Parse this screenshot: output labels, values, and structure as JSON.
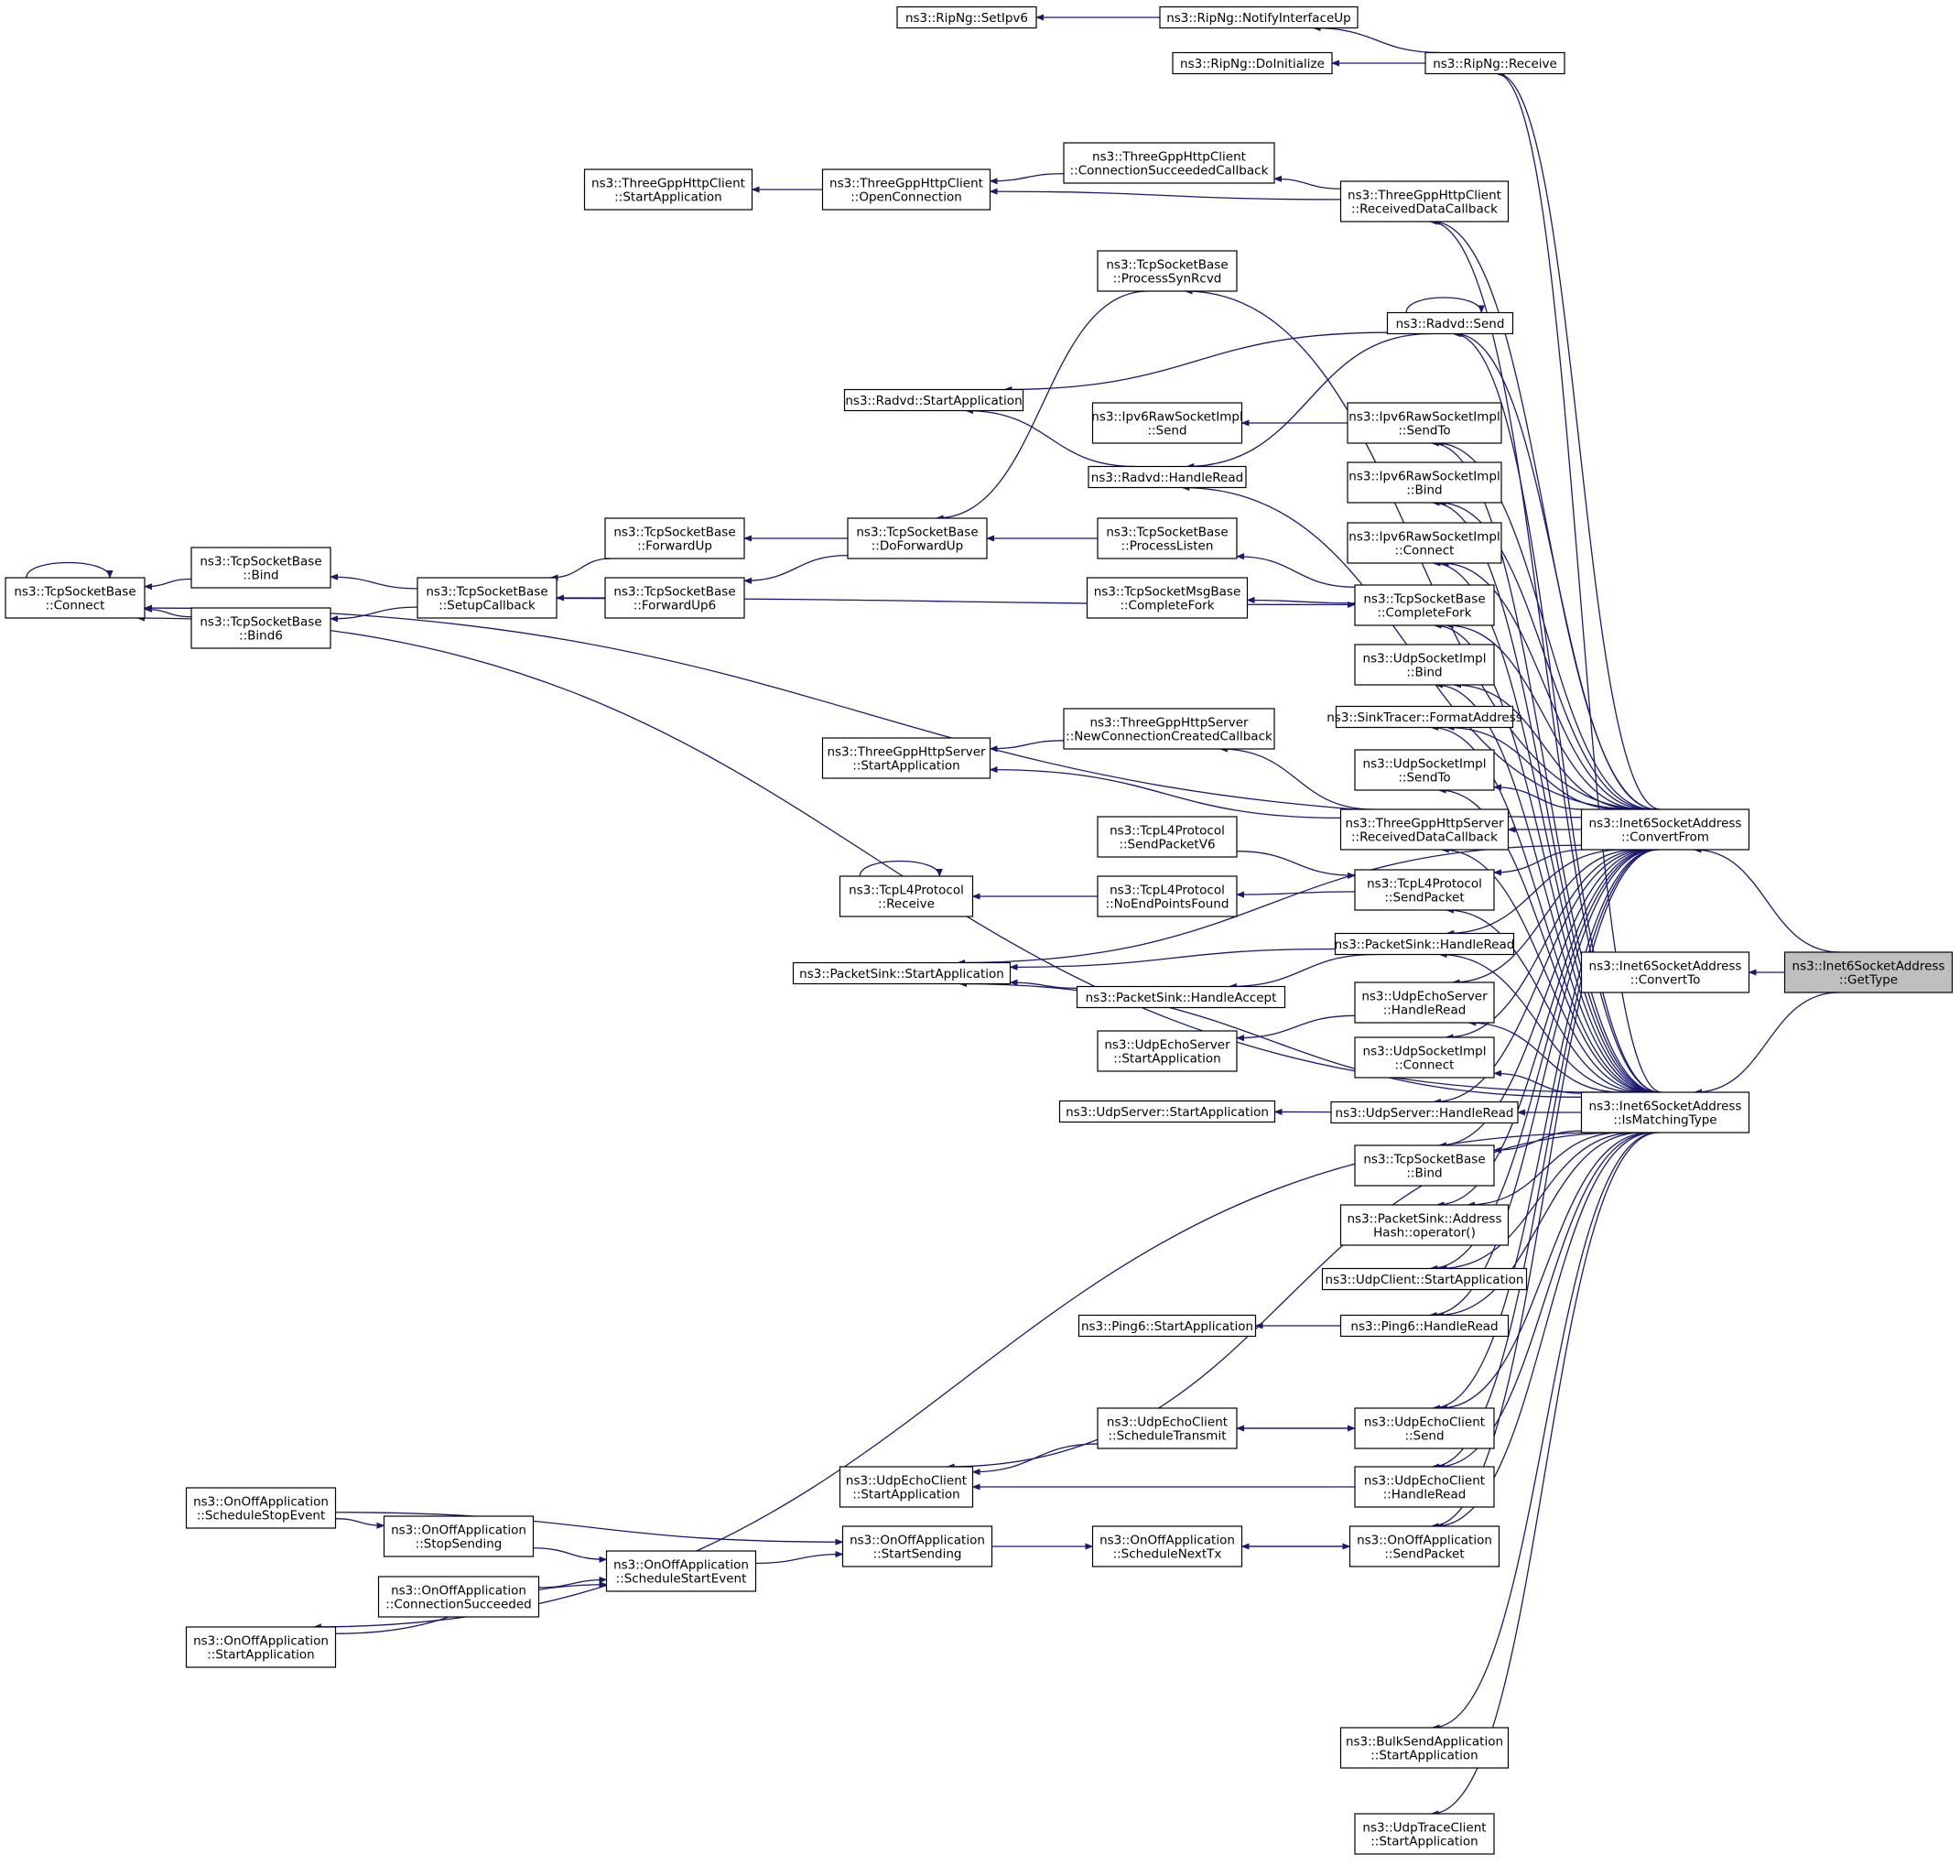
{
  "nodes": [
    {
      "id": "target",
      "lines": [
        "ns3::Inet6SocketAddress",
        "::GetType"
      ],
      "target": true
    },
    {
      "id": "convertFrom",
      "lines": [
        "ns3::Inet6SocketAddress",
        "::ConvertFrom"
      ]
    },
    {
      "id": "convertTo",
      "lines": [
        "ns3::Inet6SocketAddress",
        "::ConvertTo"
      ]
    },
    {
      "id": "isMatching",
      "lines": [
        "ns3::Inet6SocketAddress",
        "::IsMatchingType"
      ]
    },
    {
      "id": "ripSetIpv6",
      "lines": [
        "ns3::RipNg::SetIpv6"
      ]
    },
    {
      "id": "ripNotify",
      "lines": [
        "ns3::RipNg::NotifyInterfaceUp"
      ]
    },
    {
      "id": "ripInit",
      "lines": [
        "ns3::RipNg::DoInitialize"
      ]
    },
    {
      "id": "ripReceive",
      "lines": [
        "ns3::RipNg::Receive"
      ]
    },
    {
      "id": "httpcStart",
      "lines": [
        "ns3::ThreeGppHttpClient",
        "::StartApplication"
      ]
    },
    {
      "id": "httpcOpen",
      "lines": [
        "ns3::ThreeGppHttpClient",
        "::OpenConnection"
      ]
    },
    {
      "id": "httpcConnOk",
      "lines": [
        "ns3::ThreeGppHttpClient",
        "::ConnectionSucceededCallback"
      ]
    },
    {
      "id": "httpcRecv",
      "lines": [
        "ns3::ThreeGppHttpClient",
        "::ReceivedDataCallback"
      ]
    },
    {
      "id": "tcpSynRcvd",
      "lines": [
        "ns3::TcpSocketBase",
        "::ProcessSynRcvd"
      ]
    },
    {
      "id": "radvdSend",
      "lines": [
        "ns3::Radvd::Send"
      ]
    },
    {
      "id": "radvdStart",
      "lines": [
        "ns3::Radvd::StartApplication"
      ]
    },
    {
      "id": "radvdRead",
      "lines": [
        "ns3::Radvd::HandleRead"
      ]
    },
    {
      "id": "ip6rawSend",
      "lines": [
        "ns3::Ipv6RawSocketImpl",
        "::Send"
      ]
    },
    {
      "id": "ip6rawSendTo",
      "lines": [
        "ns3::Ipv6RawSocketImpl",
        "::SendTo"
      ]
    },
    {
      "id": "ip6rawBind",
      "lines": [
        "ns3::Ipv6RawSocketImpl",
        "::Bind"
      ]
    },
    {
      "id": "ip6rawConnect",
      "lines": [
        "ns3::Ipv6RawSocketImpl",
        "::Connect"
      ]
    },
    {
      "id": "tcpConnect",
      "lines": [
        "ns3::TcpSocketBase",
        "::Connect"
      ]
    },
    {
      "id": "tcpBindL",
      "lines": [
        "ns3::TcpSocketBase",
        "::Bind"
      ]
    },
    {
      "id": "tcpBind6",
      "lines": [
        "ns3::TcpSocketBase",
        "::Bind6"
      ]
    },
    {
      "id": "tcpSetup",
      "lines": [
        "ns3::TcpSocketBase",
        "::SetupCallback"
      ]
    },
    {
      "id": "tcpFwd",
      "lines": [
        "ns3::TcpSocketBase",
        "::ForwardUp"
      ]
    },
    {
      "id": "tcpFwd6",
      "lines": [
        "ns3::TcpSocketBase",
        "::ForwardUp6"
      ]
    },
    {
      "id": "tcpDoFwd",
      "lines": [
        "ns3::TcpSocketBase",
        "::DoForwardUp"
      ]
    },
    {
      "id": "tcpListen",
      "lines": [
        "ns3::TcpSocketBase",
        "::ProcessListen"
      ]
    },
    {
      "id": "tcpMsgFork",
      "lines": [
        "ns3::TcpSocketMsgBase",
        "::CompleteFork"
      ]
    },
    {
      "id": "tcpFork",
      "lines": [
        "ns3::TcpSocketBase",
        "::CompleteFork"
      ]
    },
    {
      "id": "udpBind",
      "lines": [
        "ns3::UdpSocketImpl",
        "::Bind"
      ]
    },
    {
      "id": "sinkTracer",
      "lines": [
        "ns3::SinkTracer::FormatAddress"
      ]
    },
    {
      "id": "udpSendTo",
      "lines": [
        "ns3::UdpSocketImpl",
        "::SendTo"
      ]
    },
    {
      "id": "httpsNewConn",
      "lines": [
        "ns3::ThreeGppHttpServer",
        "::NewConnectionCreatedCallback"
      ]
    },
    {
      "id": "httpsStart",
      "lines": [
        "ns3::ThreeGppHttpServer",
        "::StartApplication"
      ]
    },
    {
      "id": "httpsRecv",
      "lines": [
        "ns3::ThreeGppHttpServer",
        "::ReceivedDataCallback"
      ]
    },
    {
      "id": "l4SendV6",
      "lines": [
        "ns3::TcpL4Protocol",
        "::SendPacketV6"
      ]
    },
    {
      "id": "l4Receive",
      "lines": [
        "ns3::TcpL4Protocol",
        "::Receive"
      ]
    },
    {
      "id": "l4NoEnd",
      "lines": [
        "ns3::TcpL4Protocol",
        "::NoEndPointsFound"
      ]
    },
    {
      "id": "l4Send",
      "lines": [
        "ns3::TcpL4Protocol",
        "::SendPacket"
      ]
    },
    {
      "id": "sinkRead",
      "lines": [
        "ns3::PacketSink::HandleRead"
      ]
    },
    {
      "id": "sinkStart",
      "lines": [
        "ns3::PacketSink::StartApplication"
      ]
    },
    {
      "id": "sinkAccept",
      "lines": [
        "ns3::PacketSink::HandleAccept"
      ]
    },
    {
      "id": "echoSrvRead",
      "lines": [
        "ns3::UdpEchoServer",
        "::HandleRead"
      ]
    },
    {
      "id": "echoSrvStart",
      "lines": [
        "ns3::UdpEchoServer",
        "::StartApplication"
      ]
    },
    {
      "id": "udpConnect",
      "lines": [
        "ns3::UdpSocketImpl",
        "::Connect"
      ]
    },
    {
      "id": "udpSrvStart",
      "lines": [
        "ns3::UdpServer::StartApplication"
      ]
    },
    {
      "id": "udpSrvRead",
      "lines": [
        "ns3::UdpServer::HandleRead"
      ]
    },
    {
      "id": "tcpBindR",
      "lines": [
        "ns3::TcpSocketBase",
        "::Bind"
      ]
    },
    {
      "id": "sinkHash",
      "lines": [
        "ns3::PacketSink::Address",
        "Hash::operator()"
      ]
    },
    {
      "id": "udpClientStart",
      "lines": [
        "ns3::UdpClient::StartApplication"
      ]
    },
    {
      "id": "ping6Start",
      "lines": [
        "ns3::Ping6::StartApplication"
      ]
    },
    {
      "id": "ping6Read",
      "lines": [
        "ns3::Ping6::HandleRead"
      ]
    },
    {
      "id": "echoCliSched",
      "lines": [
        "ns3::UdpEchoClient",
        "::ScheduleTransmit"
      ]
    },
    {
      "id": "echoCliSend",
      "lines": [
        "ns3::UdpEchoClient",
        "::Send"
      ]
    },
    {
      "id": "echoCliStart",
      "lines": [
        "ns3::UdpEchoClient",
        "::StartApplication"
      ]
    },
    {
      "id": "echoCliRead",
      "lines": [
        "ns3::UdpEchoClient",
        "::HandleRead"
      ]
    },
    {
      "id": "onoffStopEvt",
      "lines": [
        "ns3::OnOffApplication",
        "::ScheduleStopEvent"
      ]
    },
    {
      "id": "onoffStopSend",
      "lines": [
        "ns3::OnOffApplication",
        "::StopSending"
      ]
    },
    {
      "id": "onoffStartEvt",
      "lines": [
        "ns3::OnOffApplication",
        "::ScheduleStartEvent"
      ]
    },
    {
      "id": "onoffStartSend",
      "lines": [
        "ns3::OnOffApplication",
        "::StartSending"
      ]
    },
    {
      "id": "onoffConnOk",
      "lines": [
        "ns3::OnOffApplication",
        "::ConnectionSucceeded"
      ]
    },
    {
      "id": "onoffStart",
      "lines": [
        "ns3::OnOffApplication",
        "::StartApplication"
      ]
    },
    {
      "id": "onoffNextTx",
      "lines": [
        "ns3::OnOffApplication",
        "::ScheduleNextTx"
      ]
    },
    {
      "id": "onoffSendPkt",
      "lines": [
        "ns3::OnOffApplication",
        "::SendPacket"
      ]
    },
    {
      "id": "bulkStart",
      "lines": [
        "ns3::BulkSendApplication",
        "::StartApplication"
      ]
    },
    {
      "id": "traceStart",
      "lines": [
        "ns3::UdpTraceClient",
        "::StartApplication"
      ]
    }
  ],
  "edges": [
    [
      "convertFrom",
      "target"
    ],
    [
      "convertTo",
      "target"
    ],
    [
      "isMatching",
      "target"
    ],
    [
      "ripReceive",
      "convertFrom"
    ],
    [
      "httpcRecv",
      "convertFrom"
    ],
    [
      "tcpSynRcvd",
      "convertFrom"
    ],
    [
      "radvdSend",
      "convertFrom"
    ],
    [
      "ip6rawSendTo",
      "convertFrom"
    ],
    [
      "ip6rawBind",
      "convertFrom"
    ],
    [
      "ip6rawConnect",
      "convertFrom"
    ],
    [
      "tcpFork",
      "convertFrom"
    ],
    [
      "udpBind",
      "convertFrom"
    ],
    [
      "sinkTracer",
      "convertFrom"
    ],
    [
      "udpSendTo",
      "convertFrom"
    ],
    [
      "httpsRecv",
      "convertFrom"
    ],
    [
      "l4Send",
      "convertFrom"
    ],
    [
      "sinkRead",
      "convertFrom"
    ],
    [
      "echoSrvRead",
      "convertFrom"
    ],
    [
      "udpConnect",
      "convertFrom"
    ],
    [
      "udpSrvRead",
      "convertFrom"
    ],
    [
      "tcpBindR",
      "convertFrom"
    ],
    [
      "sinkHash",
      "convertFrom"
    ],
    [
      "udpClientStart",
      "convertFrom"
    ],
    [
      "ping6Read",
      "convertFrom"
    ],
    [
      "echoCliSend",
      "convertFrom"
    ],
    [
      "echoCliRead",
      "convertFrom"
    ],
    [
      "onoffSendPkt",
      "convertFrom"
    ],
    [
      "tcpConnect",
      "convertFrom"
    ],
    [
      "sinkStart",
      "convertFrom"
    ],
    [
      "radvdRead",
      "convertFrom"
    ],
    [
      "ip6rawSendTo",
      "isMatching"
    ],
    [
      "ip6rawBind",
      "isMatching"
    ],
    [
      "ip6rawConnect",
      "isMatching"
    ],
    [
      "tcpFork",
      "isMatching"
    ],
    [
      "udpBind",
      "isMatching"
    ],
    [
      "sinkTracer",
      "isMatching"
    ],
    [
      "udpSendTo",
      "isMatching"
    ],
    [
      "httpsRecv",
      "isMatching"
    ],
    [
      "l4Send",
      "isMatching"
    ],
    [
      "sinkRead",
      "isMatching"
    ],
    [
      "echoSrvRead",
      "isMatching"
    ],
    [
      "udpConnect",
      "isMatching"
    ],
    [
      "udpSrvRead",
      "isMatching"
    ],
    [
      "tcpBindR",
      "isMatching"
    ],
    [
      "sinkHash",
      "isMatching"
    ],
    [
      "udpClientStart",
      "isMatching"
    ],
    [
      "ping6Read",
      "isMatching"
    ],
    [
      "echoCliSend",
      "isMatching"
    ],
    [
      "echoCliRead",
      "isMatching"
    ],
    [
      "onoffSendPkt",
      "isMatching"
    ],
    [
      "bulkStart",
      "isMatching"
    ],
    [
      "traceStart",
      "isMatching"
    ],
    [
      "httpcRecv",
      "isMatching"
    ],
    [
      "radvdSend",
      "isMatching"
    ],
    [
      "ripReceive",
      "isMatching"
    ],
    [
      "tcpConnect",
      "isMatching"
    ],
    [
      "onoffStart",
      "isMatching"
    ],
    [
      "echoCliStart",
      "isMatching"
    ],
    [
      "sinkStart",
      "isMatching"
    ],
    [
      "ripSetIpv6",
      "ripNotify"
    ],
    [
      "ripNotify",
      "ripReceive"
    ],
    [
      "ripInit",
      "ripReceive"
    ],
    [
      "httpcStart",
      "httpcOpen"
    ],
    [
      "httpcOpen",
      "httpcConnOk"
    ],
    [
      "httpcConnOk",
      "httpcRecv"
    ],
    [
      "httpcOpen",
      "httpcRecv"
    ],
    [
      "radvdStart",
      "radvdSend"
    ],
    [
      "radvdRead",
      "radvdSend"
    ],
    [
      "radvdSend",
      "radvdSend"
    ],
    [
      "radvdStart",
      "radvdRead"
    ],
    [
      "tcpDoFwd",
      "tcpSynRcvd"
    ],
    [
      "ip6rawSend",
      "ip6rawSendTo"
    ],
    [
      "tcpConnect",
      "tcpConnect"
    ],
    [
      "tcpConnect",
      "tcpBindL"
    ],
    [
      "tcpConnect",
      "tcpBind6"
    ],
    [
      "tcpBindL",
      "tcpSetup"
    ],
    [
      "tcpBind6",
      "tcpSetup"
    ],
    [
      "tcpSetup",
      "tcpFwd"
    ],
    [
      "tcpSetup",
      "tcpFwd6"
    ],
    [
      "tcpFwd",
      "tcpDoFwd"
    ],
    [
      "tcpFwd6",
      "tcpDoFwd"
    ],
    [
      "tcpDoFwd",
      "tcpListen"
    ],
    [
      "tcpListen",
      "tcpFork"
    ],
    [
      "tcpMsgFork",
      "tcpFork"
    ],
    [
      "tcpFork",
      "tcpSetup"
    ],
    [
      "httpsStart",
      "httpsNewConn"
    ],
    [
      "httpsNewConn",
      "httpsRecv"
    ],
    [
      "httpsStart",
      "httpsRecv"
    ],
    [
      "l4Send",
      "l4SendV6"
    ],
    [
      "l4Receive",
      "l4Receive"
    ],
    [
      "l4Receive",
      "l4NoEnd"
    ],
    [
      "l4NoEnd",
      "l4Send"
    ],
    [
      "sinkStart",
      "sinkRead"
    ],
    [
      "sinkAccept",
      "sinkRead"
    ],
    [
      "sinkStart",
      "sinkAccept"
    ],
    [
      "echoSrvStart",
      "echoSrvRead"
    ],
    [
      "udpSrvStart",
      "udpSrvRead"
    ],
    [
      "ping6Start",
      "ping6Read"
    ],
    [
      "echoCliSend",
      "echoCliSched"
    ],
    [
      "echoCliSched",
      "echoCliSend"
    ],
    [
      "echoCliStart",
      "echoCliSched"
    ],
    [
      "echoCliStart",
      "echoCliRead"
    ],
    [
      "onoffStopSend",
      "onoffStopEvt"
    ],
    [
      "onoffStartSend",
      "onoffStopEvt"
    ],
    [
      "onoffStartEvt",
      "onoffStopSend"
    ],
    [
      "onoffStartEvt",
      "onoffConnOk"
    ],
    [
      "onoffStartEvt",
      "onoffStart"
    ],
    [
      "onoffStartSend",
      "onoffStartEvt"
    ],
    [
      "onoffNextTx",
      "onoffStartSend"
    ],
    [
      "onoffSendPkt",
      "onoffNextTx"
    ],
    [
      "onoffNextTx",
      "onoffSendPkt"
    ]
  ]
}
